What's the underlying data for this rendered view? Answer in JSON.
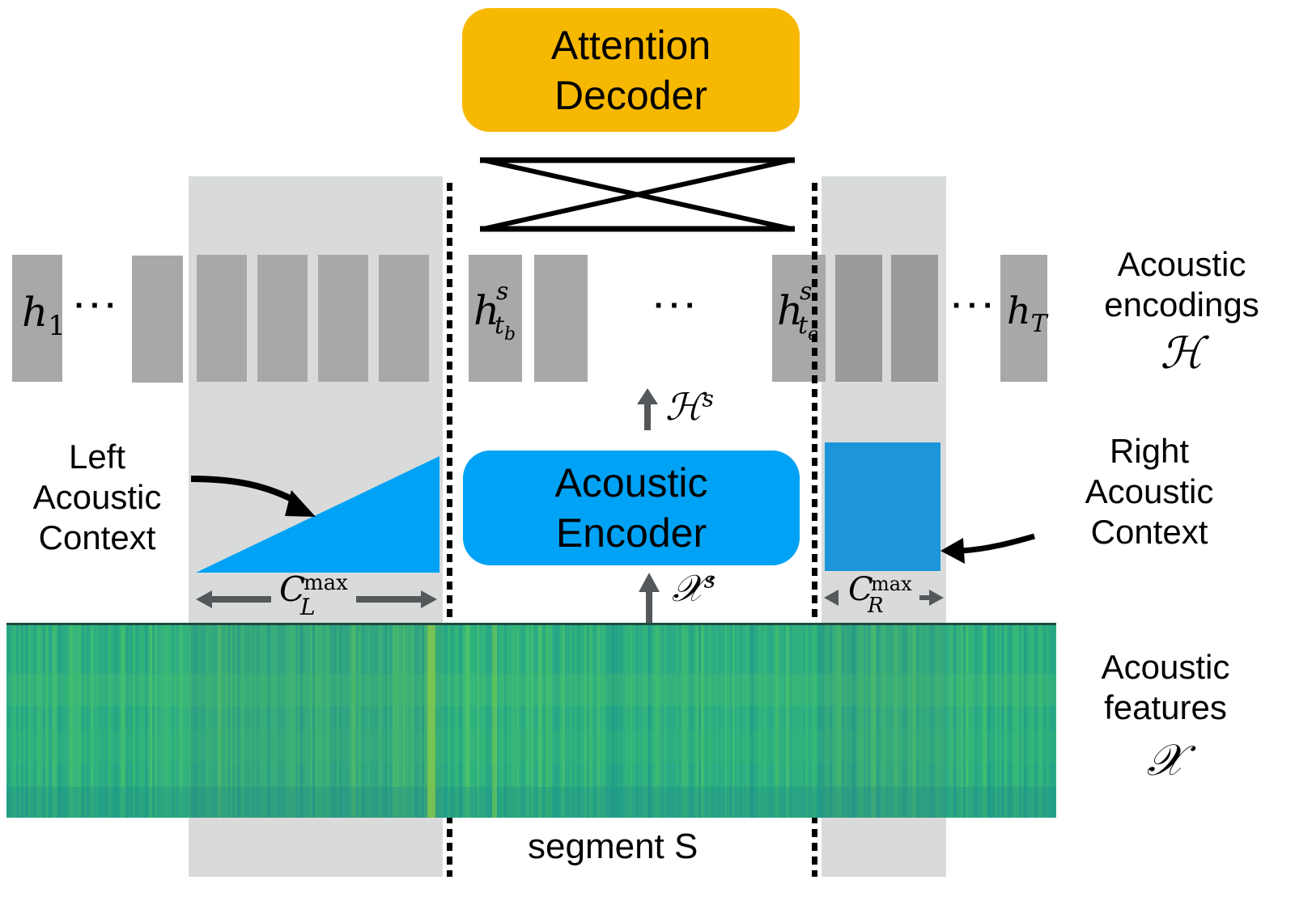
{
  "decoder": {
    "line1": "Attention",
    "line2": "Decoder"
  },
  "encoder": {
    "line1": "Acoustic",
    "line2": "Encoder"
  },
  "encodings": {
    "h1": "h",
    "h1_sub": "1",
    "htb": "h",
    "htb_sup": "s",
    "htb_sub": "t",
    "htb_subsub": "b",
    "hte": "h",
    "hte_sup": "s",
    "hte_sub": "t",
    "hte_subsub": "e",
    "hT": "h",
    "hT_sub": "T",
    "ellipsis": "···"
  },
  "labels": {
    "acoustic_encodings": [
      "Acoustic",
      "encodings"
    ],
    "acoustic_encodings_symbol": "ℋ",
    "left_context": [
      "Left",
      "Acoustic",
      "Context"
    ],
    "right_context": [
      "Right",
      "Acoustic",
      "Context"
    ],
    "acoustic_features": [
      "Acoustic",
      "features"
    ],
    "acoustic_features_symbol": "𝒳",
    "segment": "segment S",
    "Hs": "ℋ",
    "Hs_sup": "s",
    "Xs": "𝒳",
    "Xs_sup": "s",
    "CL": "C",
    "CL_sup": "max",
    "CL_sub": "L",
    "CR": "C",
    "CR_sup": "max",
    "CR_sub": "R"
  },
  "colors": {
    "decoder": "#f6b800",
    "encoder": "#00a2f5",
    "right_context_block": "#1c95da",
    "context_band": "#d9dbdb",
    "encoding_block": "#a8a8a8",
    "arrow_gray": "#55585b"
  }
}
